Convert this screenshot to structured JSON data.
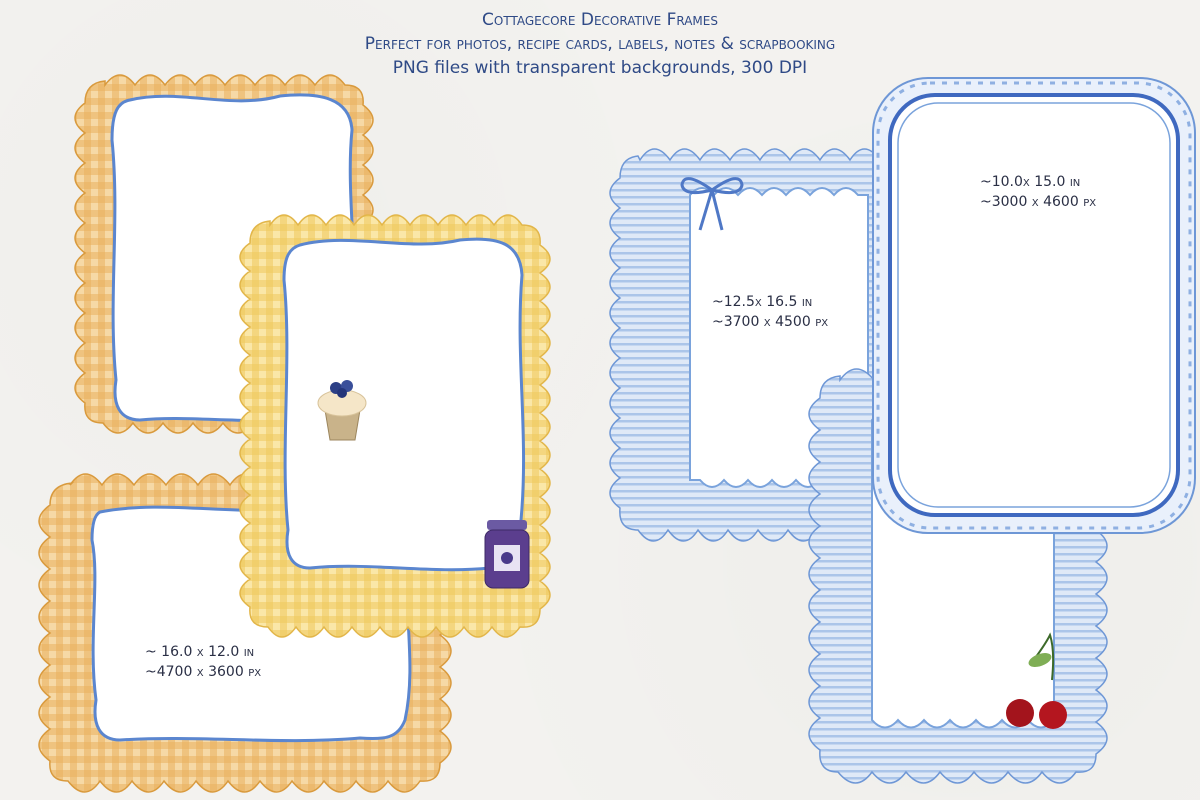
{
  "header": {
    "title": "Cottagecore Decorative Frames",
    "subtitle": "Perfect for photos, recipe cards, labels, notes & scrapbooking",
    "format_line": "PNG files with transparent backgrounds, 300 DPI"
  },
  "frames": {
    "landscape_gingham": {
      "size_in": "~ 16.0 x 12.0 in",
      "size_px": "~4700 x 3600 px"
    },
    "blue_bow": {
      "size_in": "~12.5x 16.5 in",
      "size_px": "~3700 x 4500 px"
    },
    "blue_eyelet": {
      "size_in": "~10.0x 15.0 in",
      "size_px": "~3000 x 4600 px"
    }
  },
  "colors": {
    "title_blue": "#2f4a86",
    "gingham_orange": "#e3a64a",
    "gingham_yellow": "#eec55a",
    "frame_blue": "#7aa3dc",
    "ribbon_blue": "#4f78c6"
  }
}
